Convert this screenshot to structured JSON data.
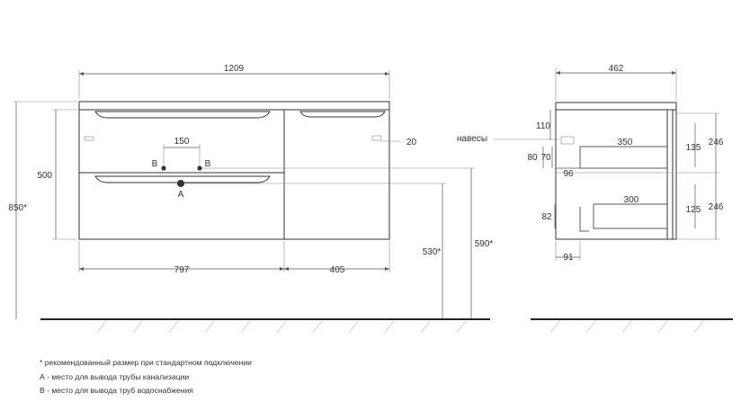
{
  "front_view": {
    "width_total": "1209",
    "height_total": "850*",
    "height_body": "500",
    "left_section_width": "797",
    "right_section_width": "405",
    "side_gap": "20",
    "pipe_spacing": "150",
    "point_b_left": "B",
    "point_b_right": "B",
    "point_a": "A",
    "height_530": "530*",
    "height_590": "590*"
  },
  "side_view": {
    "depth": "462",
    "hinges_label": "навесы",
    "dim_110": "110",
    "dim_350": "350",
    "dim_135": "135",
    "dim_246_top": "246",
    "dim_80": "80",
    "dim_70": "70",
    "dim_96": "96",
    "dim_300": "300",
    "dim_82": "82",
    "dim_125": "125",
    "dim_246_bottom": "246",
    "dim_91": "91"
  },
  "notes": [
    "* рекомендованный размер при стандартном подключении",
    "А - место для вывода трубы канализации",
    "В - место для вывода труб водоснабжения"
  ]
}
